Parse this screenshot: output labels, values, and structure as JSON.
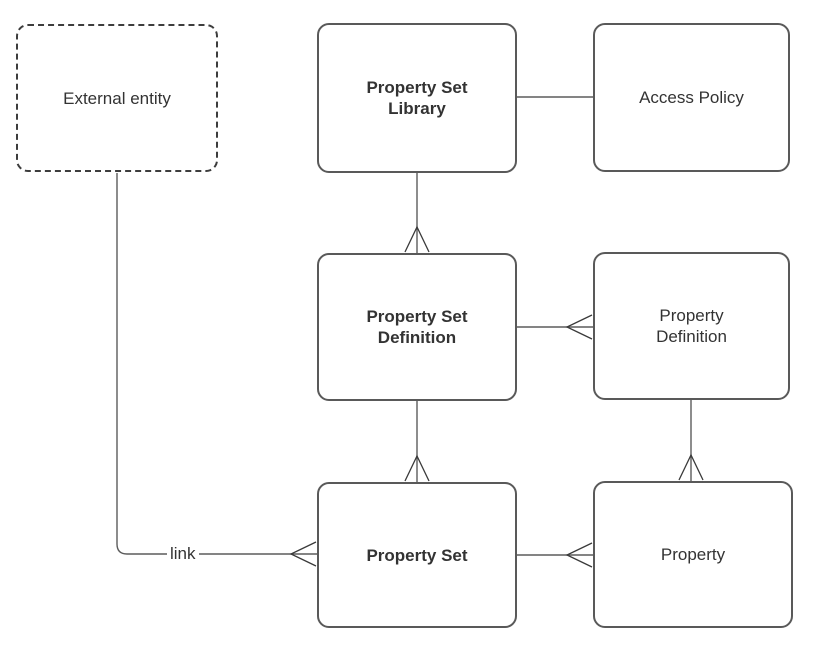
{
  "diagram": {
    "background_color": "#ffffff",
    "box_border_color": "#595959",
    "dashed_border_color": "#3d3d3d",
    "connector_color": "#5c5c5c",
    "text_color": "#333333",
    "nodes": [
      {
        "id": "external-entity",
        "label": "External entity",
        "shape": "dashed-rounded-rect",
        "bold": false
      },
      {
        "id": "property-set-library",
        "label": "Property Set\nLibrary",
        "shape": "rounded-rect",
        "bold": true
      },
      {
        "id": "access-policy",
        "label": "Access Policy",
        "shape": "rounded-rect",
        "bold": false
      },
      {
        "id": "property-set-definition",
        "label": "Property Set\nDefinition",
        "shape": "rounded-rect",
        "bold": true
      },
      {
        "id": "property-definition",
        "label": "Property\nDefinition",
        "shape": "rounded-rect",
        "bold": false
      },
      {
        "id": "property-set",
        "label": "Property Set",
        "shape": "rounded-rect",
        "bold": true
      },
      {
        "id": "property",
        "label": "Property",
        "shape": "rounded-rect",
        "bold": false
      }
    ],
    "edges": [
      {
        "from": "property-set-library",
        "to": "access-policy",
        "label": "",
        "terminator": "none"
      },
      {
        "from": "property-set-library",
        "to": "property-set-definition",
        "label": "",
        "terminator": "crows-foot-at-property-set-definition-top"
      },
      {
        "from": "property-set-definition",
        "to": "property-definition",
        "label": "",
        "terminator": "crows-foot-at-property-definition-left"
      },
      {
        "from": "property-set-definition",
        "to": "property-set",
        "label": "",
        "terminator": "crows-foot-at-property-set-top"
      },
      {
        "from": "property-definition",
        "to": "property",
        "label": "",
        "terminator": "crows-foot-at-property-top"
      },
      {
        "from": "property-set",
        "to": "property",
        "label": "",
        "terminator": "crows-foot-at-property-left"
      },
      {
        "from": "external-entity",
        "to": "property-set",
        "label": "link",
        "terminator": "crows-foot-at-property-set-left"
      }
    ]
  }
}
